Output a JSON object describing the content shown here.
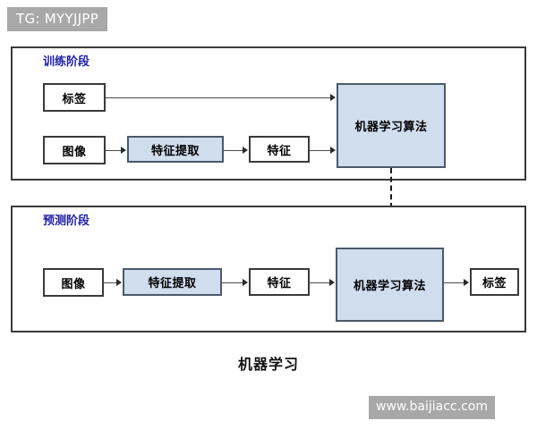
{
  "tag": {
    "text": "TG: MYYJJPP"
  },
  "watermark": {
    "text": "www.baijiacc.com"
  },
  "caption": {
    "text": "机器学习"
  },
  "colors": {
    "frame_border": "#3a3a3a",
    "phase_title": "#2020a8",
    "node_fill_highlight": "#cfdded",
    "node_fill_plain": "#ffffff",
    "connector": "#4a4a4a",
    "banner_bg": "#a8a8a8"
  },
  "diagram": {
    "phases": [
      {
        "id": "training",
        "title": "训练阶段",
        "nodes": [
          {
            "id": "train-label",
            "label": "标签",
            "fill": "plain"
          },
          {
            "id": "train-image",
            "label": "图像",
            "fill": "plain"
          },
          {
            "id": "train-extract",
            "label": "特征提取",
            "fill": "highlight"
          },
          {
            "id": "train-feature",
            "label": "特征",
            "fill": "plain"
          },
          {
            "id": "train-ml",
            "label": "机器学习算法",
            "fill": "highlight"
          }
        ],
        "edges": [
          {
            "from": "train-label",
            "to": "train-ml",
            "style": "solid"
          },
          {
            "from": "train-image",
            "to": "train-extract",
            "style": "solid"
          },
          {
            "from": "train-extract",
            "to": "train-feature",
            "style": "solid"
          },
          {
            "from": "train-feature",
            "to": "train-ml",
            "style": "solid"
          }
        ]
      },
      {
        "id": "prediction",
        "title": "预测阶段",
        "nodes": [
          {
            "id": "pred-image",
            "label": "图像",
            "fill": "plain"
          },
          {
            "id": "pred-extract",
            "label": "特征提取",
            "fill": "highlight"
          },
          {
            "id": "pred-feature",
            "label": "特征",
            "fill": "plain"
          },
          {
            "id": "pred-ml",
            "label": "机器学习算法",
            "fill": "highlight"
          },
          {
            "id": "pred-label",
            "label": "标签",
            "fill": "plain"
          }
        ],
        "edges": [
          {
            "from": "pred-image",
            "to": "pred-extract",
            "style": "solid"
          },
          {
            "from": "pred-extract",
            "to": "pred-feature",
            "style": "solid"
          },
          {
            "from": "pred-feature",
            "to": "pred-ml",
            "style": "solid"
          },
          {
            "from": "pred-ml",
            "to": "pred-label",
            "style": "solid"
          }
        ]
      }
    ],
    "cross_phase_edge": {
      "from": "train-ml",
      "to": "pred-ml",
      "style": "dashed"
    }
  }
}
